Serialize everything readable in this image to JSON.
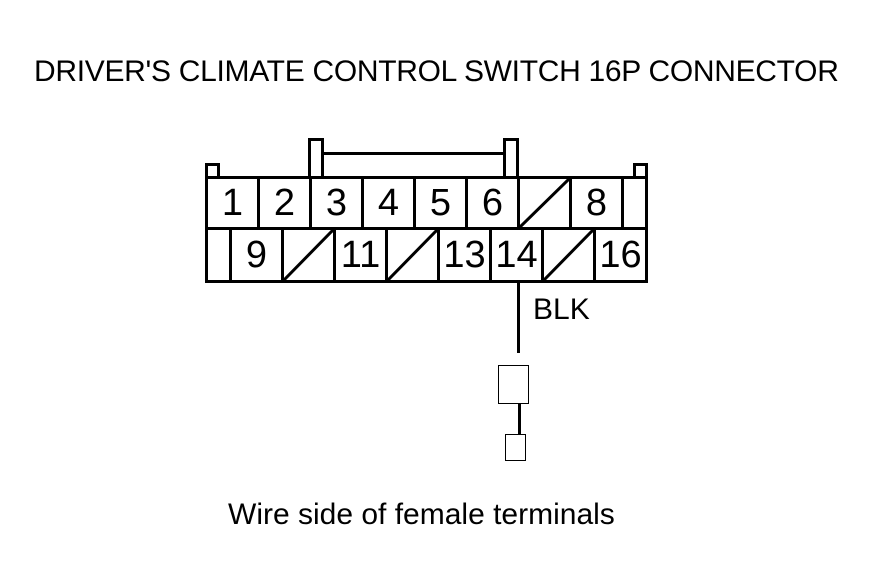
{
  "title": "DRIVER'S CLIMATE CONTROL SWITCH 16P CONNECTOR",
  "caption": "Wire side of female terminals",
  "colors": {
    "line": "#000000",
    "background": "#ffffff"
  },
  "wire": {
    "color_label": "BLK",
    "attached_pin": "14"
  },
  "connector": {
    "type": "16P",
    "rows": [
      {
        "cells": [
          {
            "type": "pin",
            "label": "1"
          },
          {
            "type": "pin",
            "label": "2"
          },
          {
            "type": "pin",
            "label": "3"
          },
          {
            "type": "pin",
            "label": "4"
          },
          {
            "type": "pin",
            "label": "5"
          },
          {
            "type": "pin",
            "label": "6"
          },
          {
            "type": "blocked"
          },
          {
            "type": "pin",
            "label": "8"
          },
          {
            "type": "empty",
            "narrow": true
          }
        ]
      },
      {
        "cells": [
          {
            "type": "empty",
            "narrow": true
          },
          {
            "type": "pin",
            "label": "9"
          },
          {
            "type": "blocked"
          },
          {
            "type": "pin",
            "label": "11"
          },
          {
            "type": "blocked"
          },
          {
            "type": "pin",
            "label": "13"
          },
          {
            "type": "pin",
            "label": "14"
          },
          {
            "type": "blocked"
          },
          {
            "type": "pin",
            "label": "16"
          }
        ]
      }
    ]
  }
}
